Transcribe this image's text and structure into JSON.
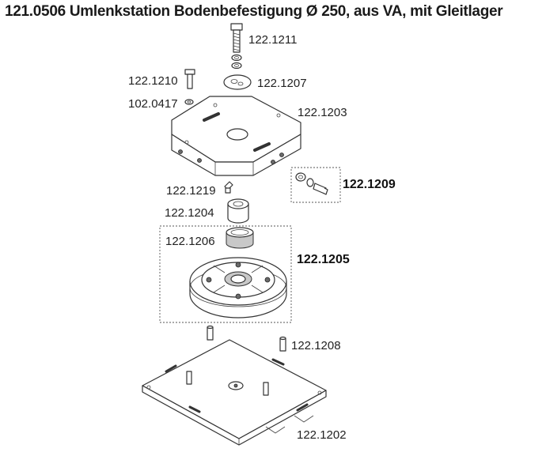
{
  "title": "121.0506 Umlenkstation Bodenbefestigung Ø 250, aus VA, mit Gleitlager",
  "parts": {
    "p1211": "122.1211",
    "p1210": "122.1210",
    "p1207": "122.1207",
    "p0417": "102.0417",
    "p1203": "122.1203",
    "p1209": "122.1209",
    "p1219": "122.1219",
    "p1204": "122.1204",
    "p1206": "122.1206",
    "p1205": "122.1205",
    "p1208": "122.1208",
    "p1202": "122.1202"
  }
}
